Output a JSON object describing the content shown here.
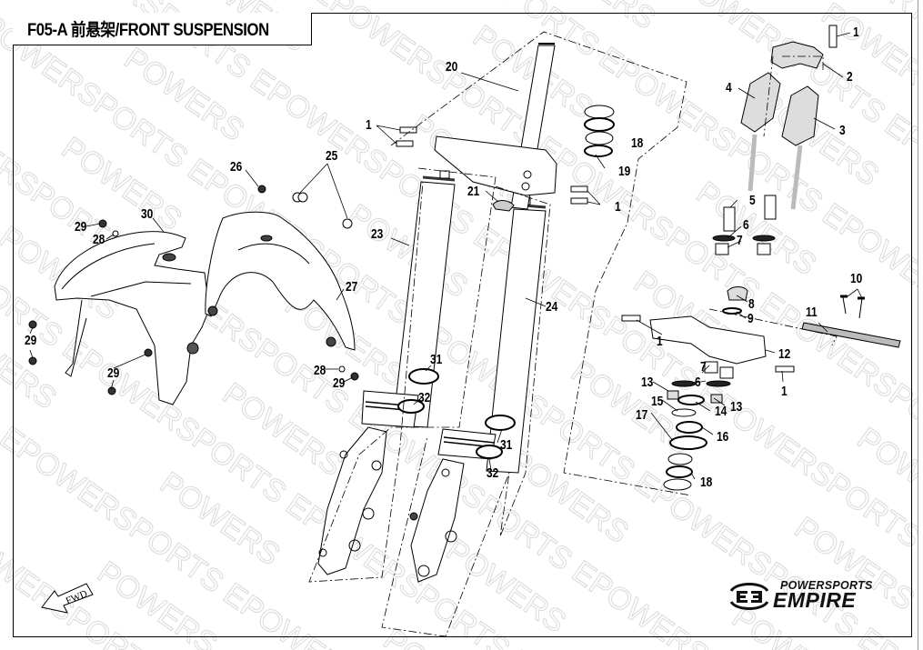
{
  "diagram": {
    "code": "F05-A",
    "title": "F05-A  前悬架/FRONT SUSPENSION",
    "title_chinese": "前悬架",
    "title_english": "FRONT SUSPENSION",
    "watermark_text": "POWERSPORTS EMPIRE",
    "direction_indicator": "FWD",
    "brand": {
      "line1": "POWERSPORTS",
      "line2": "EMPIRE",
      "icon": "empire-wings-logo-icon"
    }
  },
  "callouts": [
    {
      "id": "c1a",
      "label": "1"
    },
    {
      "id": "c2",
      "label": "2"
    },
    {
      "id": "c3",
      "label": "3"
    },
    {
      "id": "c4",
      "label": "4"
    },
    {
      "id": "c5",
      "label": "5"
    },
    {
      "id": "c6a",
      "label": "6"
    },
    {
      "id": "c7a",
      "label": "7"
    },
    {
      "id": "c8",
      "label": "8"
    },
    {
      "id": "c9",
      "label": "9"
    },
    {
      "id": "c10",
      "label": "10"
    },
    {
      "id": "c11",
      "label": "11"
    },
    {
      "id": "c12",
      "label": "12"
    },
    {
      "id": "c1b",
      "label": "1"
    },
    {
      "id": "c1c",
      "label": "1"
    },
    {
      "id": "c7b",
      "label": "7"
    },
    {
      "id": "c6b",
      "label": "6"
    },
    {
      "id": "c13a",
      "label": "13"
    },
    {
      "id": "c13b",
      "label": "13"
    },
    {
      "id": "c14",
      "label": "14"
    },
    {
      "id": "c15",
      "label": "15"
    },
    {
      "id": "c16",
      "label": "16"
    },
    {
      "id": "c17",
      "label": "17"
    },
    {
      "id": "c18a",
      "label": "18"
    },
    {
      "id": "c20",
      "label": "20"
    },
    {
      "id": "c1d",
      "label": "1"
    },
    {
      "id": "c18b",
      "label": "18"
    },
    {
      "id": "c19",
      "label": "19"
    },
    {
      "id": "c21",
      "label": "21"
    },
    {
      "id": "c1e",
      "label": "1"
    },
    {
      "id": "c23",
      "label": "23"
    },
    {
      "id": "c24",
      "label": "24"
    },
    {
      "id": "c26",
      "label": "26"
    },
    {
      "id": "c25",
      "label": "25"
    },
    {
      "id": "c30",
      "label": "30"
    },
    {
      "id": "c29a",
      "label": "29"
    },
    {
      "id": "c28a",
      "label": "28"
    },
    {
      "id": "c27",
      "label": "27"
    },
    {
      "id": "c29b",
      "label": "29"
    },
    {
      "id": "c29c",
      "label": "29"
    },
    {
      "id": "c28b",
      "label": "28"
    },
    {
      "id": "c29d",
      "label": "29"
    },
    {
      "id": "c31a",
      "label": "31"
    },
    {
      "id": "c32a",
      "label": "32"
    },
    {
      "id": "c31b",
      "label": "31"
    },
    {
      "id": "c32b",
      "label": "32"
    }
  ]
}
